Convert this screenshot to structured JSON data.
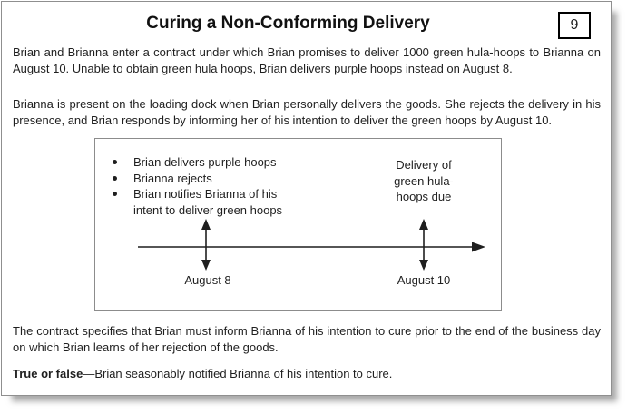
{
  "slide": {
    "title": "Curing a Non-Conforming Delivery",
    "slide_number": "9",
    "paragraph1": "Brian and Brianna enter a contract under which Brian promises to deliver 1000 green hula-hoops to Brianna on August 10. Unable to obtain green hula hoops, Brian delivers purple hoops instead on August 8.",
    "paragraph2": "Brianna is present on the loading dock when Brian personally delivers the goods. She rejects the delivery in his presence, and Brian responds by informing her of his intention to deliver the green hoops by August 10.",
    "paragraph3": "The contract specifies that Brian must inform Brianna of his intention to cure prior to the end of the business day on which Brian learns of her rejection of the goods.",
    "question_label": "True or false",
    "question_text": "—Brian seasonably notified Brianna of his intention to cure."
  },
  "diagram": {
    "bullet_events": [
      "Brian delivers purple hoops",
      "Brianna rejects",
      "Brian notifies Brianna of his intent to deliver green hoops"
    ],
    "right_event": "Delivery of green hula-hoops due",
    "dates": [
      "August 8",
      "August 10"
    ]
  },
  "colors": {
    "text": "#1f1f1f",
    "slide_border": "#8f8f8f",
    "diagram_border": "#8c8c8c"
  }
}
